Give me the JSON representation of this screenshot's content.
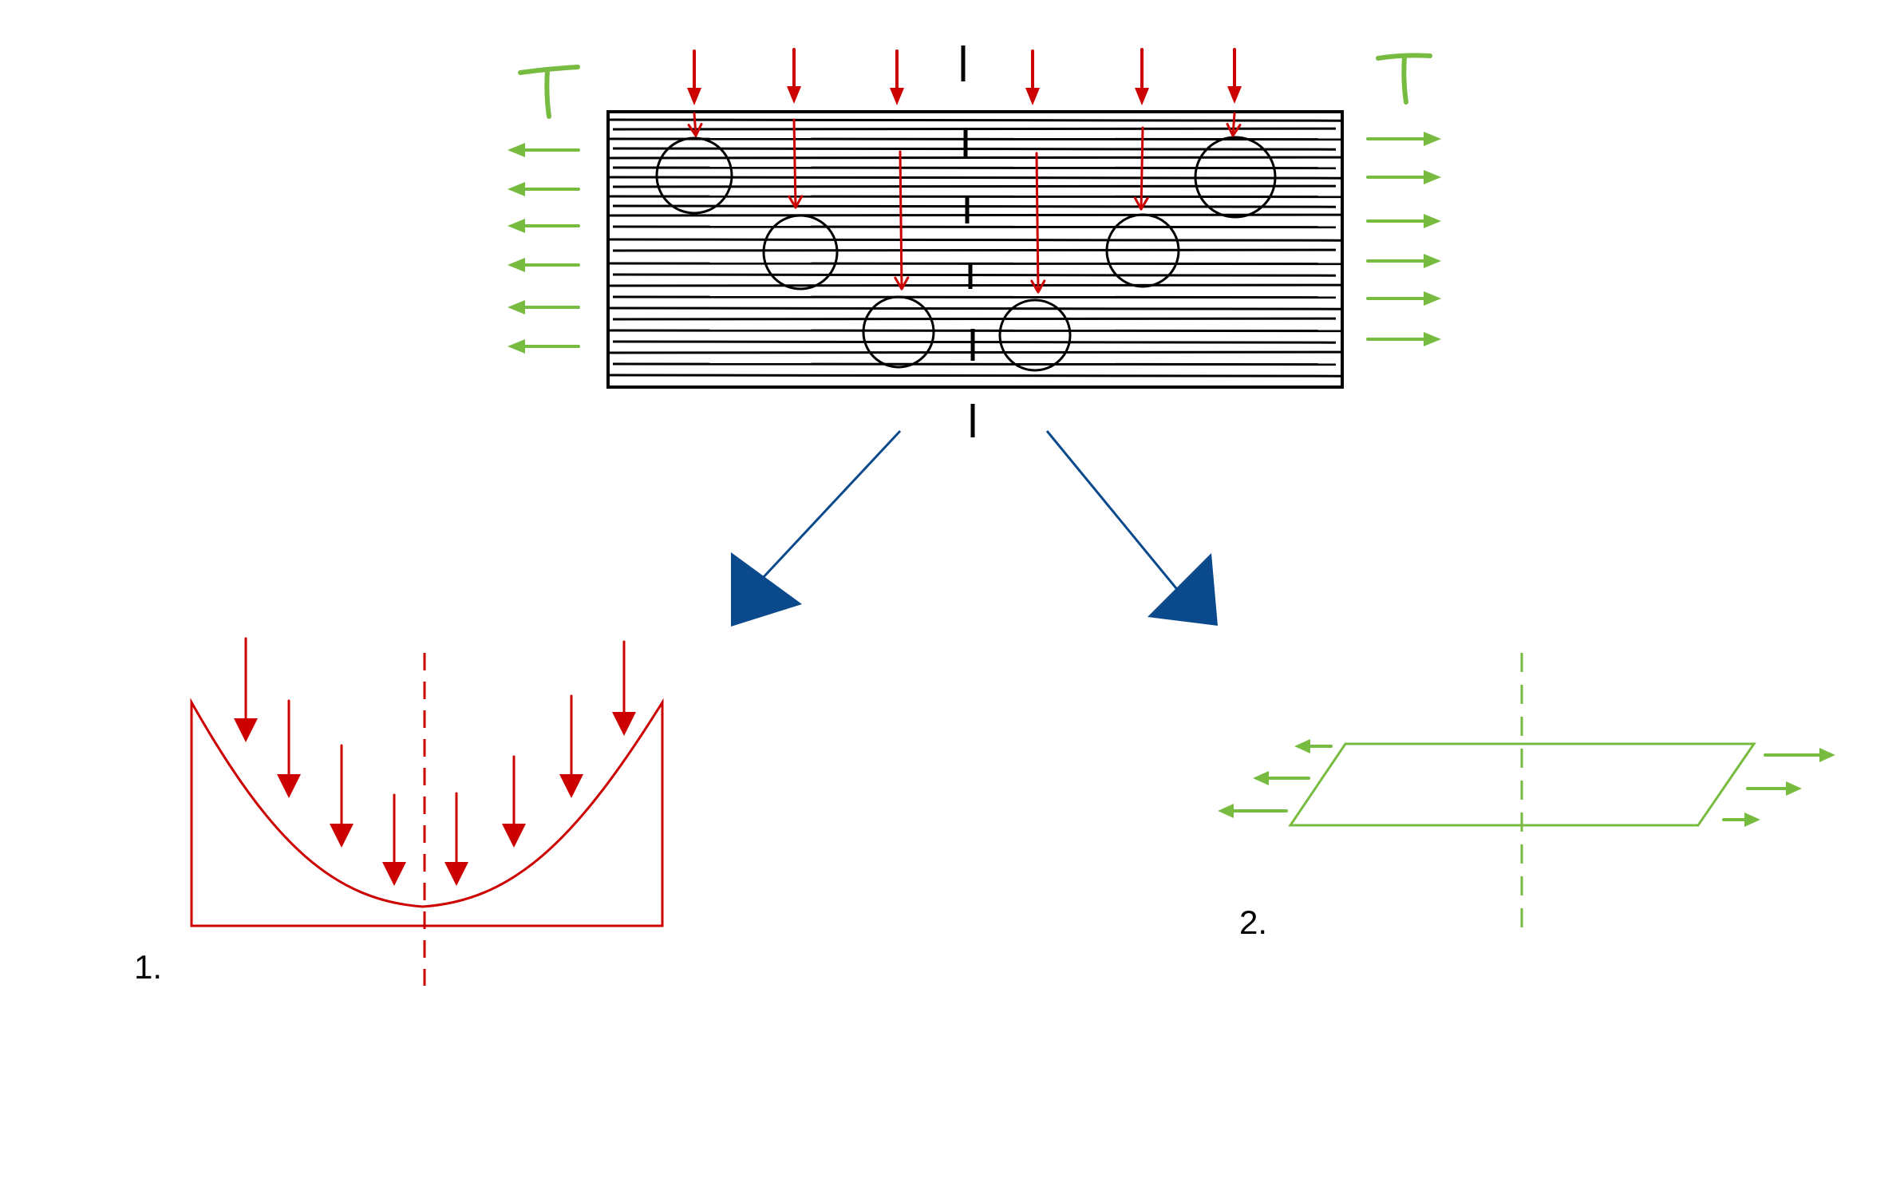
{
  "diagram": {
    "tension_label_left": "T",
    "tension_label_right": "T",
    "section_mark": "I",
    "panel_1_label": "1.",
    "panel_2_label": "2."
  },
  "colors": {
    "structure": "#000000",
    "load": "#cc0000",
    "tension": "#77bb41",
    "flow": "#0a4a8c",
    "background": "#ffffff"
  },
  "icons": {
    "load_arrow": "arrow-down-icon",
    "tension_arrow": "arrow-horizontal-icon",
    "flow_arrow": "triangle-arrow-icon"
  }
}
